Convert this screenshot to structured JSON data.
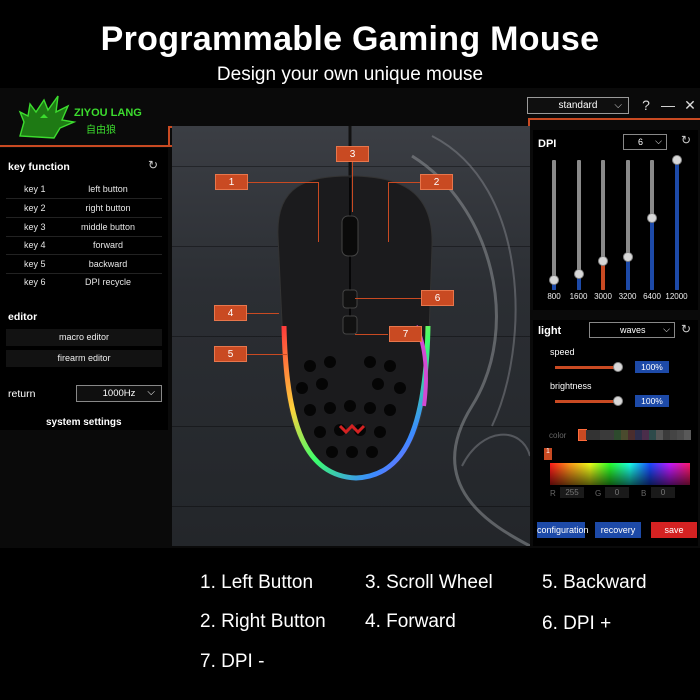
{
  "banner": {
    "title": "Programmable Gaming Mouse",
    "subtitle": "Design your own unique mouse"
  },
  "brand": {
    "name": "ZIYOU LANG",
    "cn": "自由狼"
  },
  "window": {
    "mode": "standard",
    "help": "?",
    "minimize": "—",
    "close": "✕"
  },
  "key_function": {
    "title": "key function",
    "rows": [
      {
        "key": "key 1",
        "action": "left button"
      },
      {
        "key": "key 2",
        "action": "right button"
      },
      {
        "key": "key 3",
        "action": "middle button"
      },
      {
        "key": "key 4",
        "action": "forward"
      },
      {
        "key": "key 5",
        "action": "backward"
      },
      {
        "key": "key 6",
        "action": "DPI recycle"
      }
    ]
  },
  "editor": {
    "title": "editor",
    "macro": "macro editor",
    "firearm": "firearm editor"
  },
  "return": {
    "label": "return",
    "value": "1000Hz"
  },
  "system_settings": "system settings",
  "callouts": [
    "1",
    "2",
    "3",
    "4",
    "5",
    "6",
    "7"
  ],
  "dpi": {
    "title": "DPI",
    "selected": "6",
    "levels": [
      {
        "label": "800",
        "level": 0.08,
        "color": "#1d4aa8"
      },
      {
        "label": "1600",
        "level": 0.12,
        "color": "#1d4aa8"
      },
      {
        "label": "3000",
        "level": 0.22,
        "color": "#c94a22"
      },
      {
        "label": "3200",
        "level": 0.25,
        "color": "#1d4aa8"
      },
      {
        "label": "6400",
        "level": 0.55,
        "color": "#1d4aa8"
      },
      {
        "label": "12000",
        "level": 1.0,
        "color": "#1d4aa8"
      }
    ]
  },
  "light": {
    "title": "light",
    "effect": "waves",
    "speed_label": "speed",
    "speed_value": "100%",
    "brightness_label": "brightness",
    "brightness_value": "100%",
    "color_label": "color",
    "palette": [
      "#c94a22",
      "#333333",
      "#333333",
      "#3a3a3a",
      "#3a3a3a",
      "#2d4a2d",
      "#4a4a2d",
      "#4a2d2d",
      "#2d2d4a",
      "#4a2d4a",
      "#2d4a4a",
      "#555555",
      "#3b3b3b",
      "#444444",
      "#4b4b4b",
      "#595959"
    ],
    "r_label": "R",
    "r_value": "255",
    "g_label": "G",
    "g_value": "0",
    "b_label": "B",
    "b_value": "0",
    "marker": "1"
  },
  "buttons": {
    "configuration": "configuration",
    "recovery": "recovery",
    "save": "save"
  },
  "legend": [
    "1. Left Button",
    "3. Scroll Wheel",
    "5. Backward",
    "2. Right Button",
    "4. Forward",
    "6. DPI +",
    "7. DPI -"
  ],
  "colors": {
    "accent": "#c94a22",
    "blue": "#1d4aa8",
    "brand_green": "#3cdc2e",
    "save_red": "#d42222"
  }
}
